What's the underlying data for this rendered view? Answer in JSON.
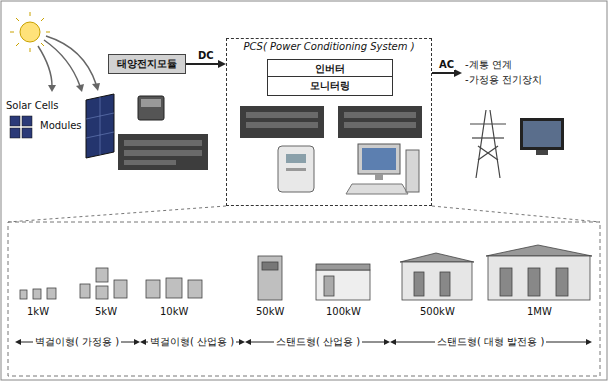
{
  "diagram": {
    "nodes": [
      {
        "text": [
          "태양전지모듈"
        ]
      },
      {
        "text": [
          "PCS( Power Conditioning System )"
        ]
      },
      {
        "text": [
          "인버터"
        ],
        "in": 1
      },
      {
        "text": [
          "모니터링"
        ],
        "in": 1
      },
      {
        "text": [
          "-계통 연계",
          "-가정용 전기장치"
        ]
      }
    ],
    "edges": [
      {
        "from": 0,
        "to": 1,
        "label": "DC",
        "arrow": "to"
      },
      {
        "from": 1,
        "to": 4,
        "label": "AC",
        "arrow": "to"
      }
    ],
    "labels": [
      "Solar Cells",
      "Modules",
      "1kW",
      "5kW",
      "10kW",
      "50kW",
      "100kW",
      "500kW",
      "1MW",
      "벽걸이형( 가정용 )",
      "벽걸이형( 산업용 )",
      "스탠드형( 산업용 )",
      "스탠드형( 대형 발전용 )"
    ]
  }
}
